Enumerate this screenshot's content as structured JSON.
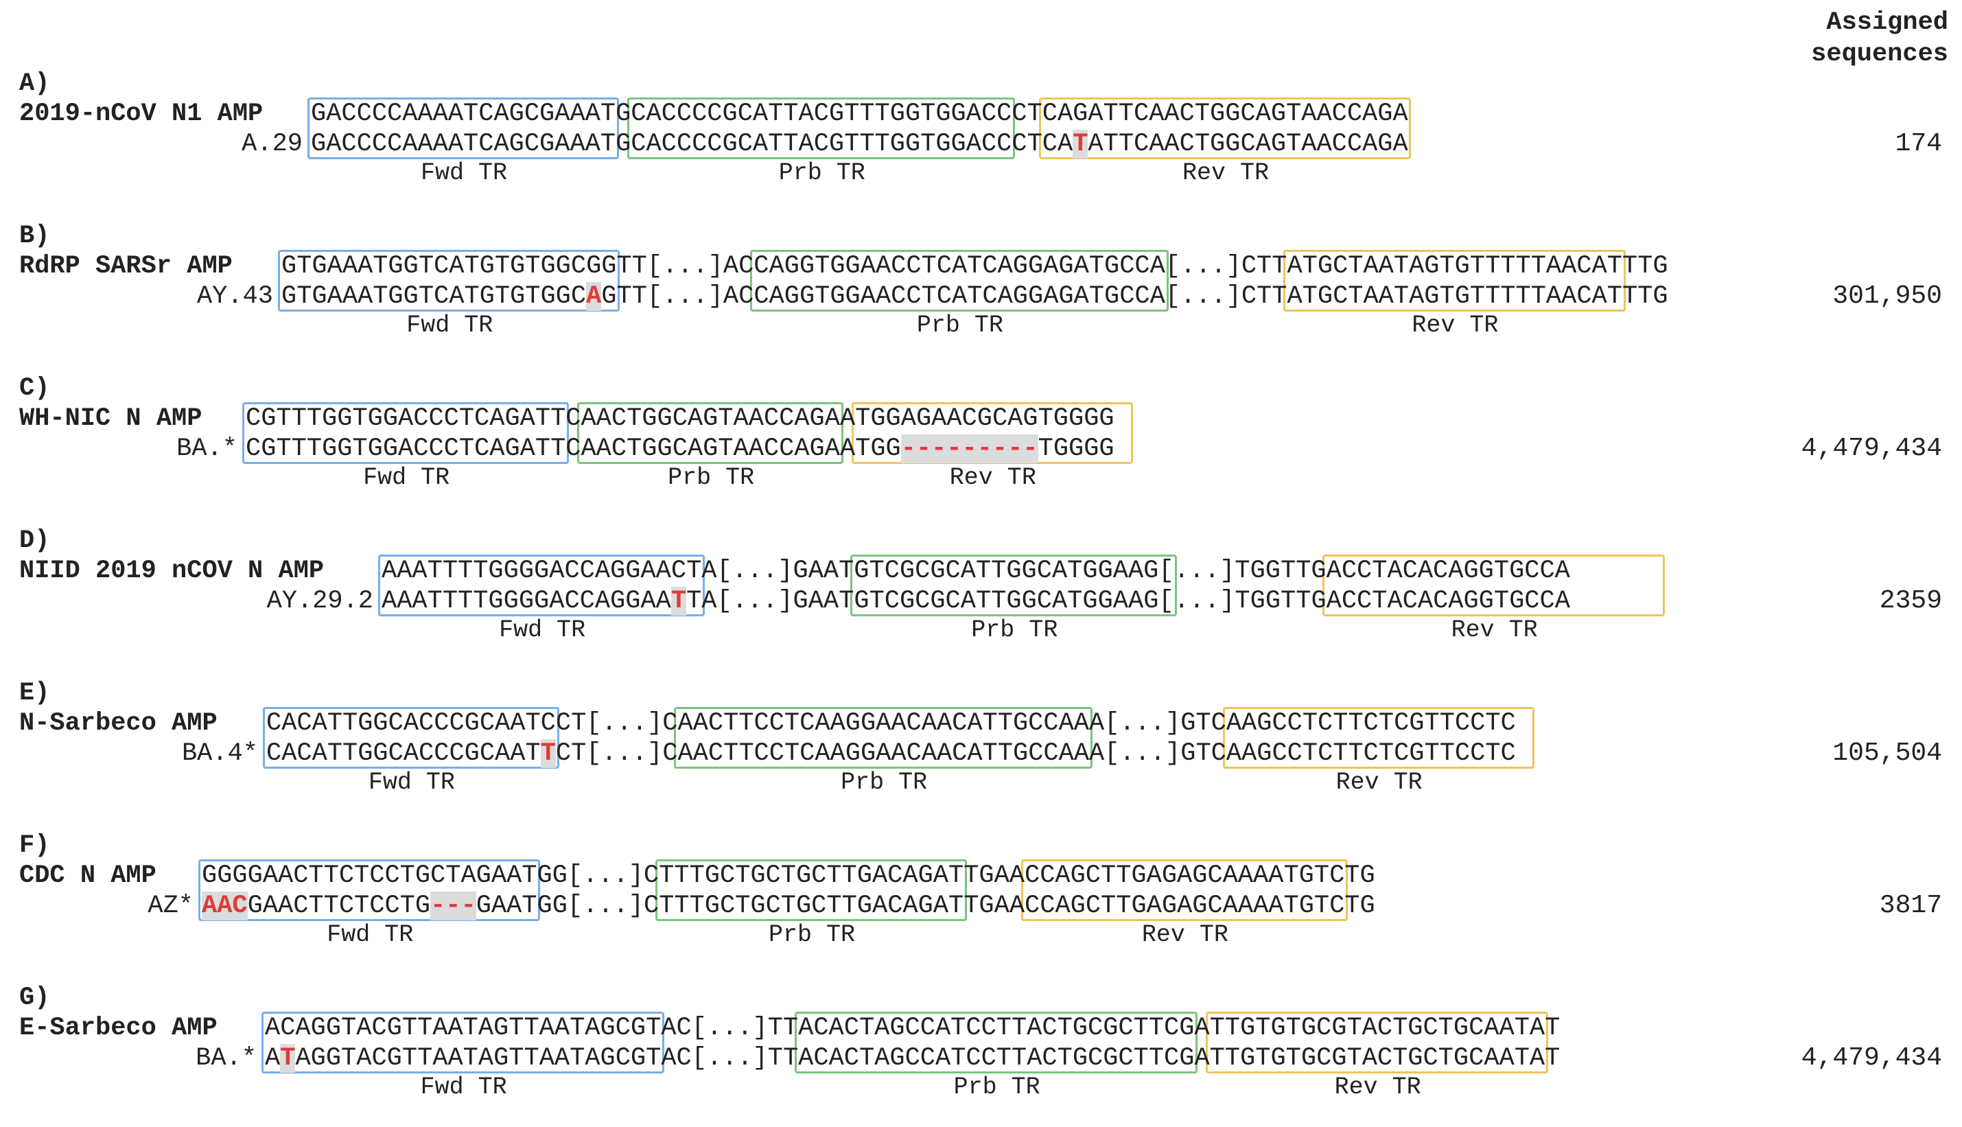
{
  "header": {
    "line1": "Assigned",
    "line2": "sequences"
  },
  "panels": [
    {
      "label": "A)",
      "assay": "2019-nCoV N1 AMP",
      "variant": "A.29",
      "count": "174",
      "ref": "GACCCCAAAATCAGCGAAATGCACCCCGCATTACGTTTGGTGGACCCTCAGATTCAACTGGCAGTAACCAGA",
      "var": [
        {
          "t": "GACCCCAAAATCAGCGAAATGCACCCCGCATTACGTTTGGTGGACCCTCA"
        },
        {
          "t": "T",
          "k": "mut"
        },
        {
          "t": "ATTCAACTGGCAGTAACCAGA"
        }
      ],
      "boxes": [
        {
          "type": "fwd",
          "start": 0,
          "end": 20
        },
        {
          "type": "prb",
          "start": 21,
          "end": 46
        },
        {
          "type": "rev",
          "start": 48,
          "end": 72
        }
      ],
      "tr_labels": [
        {
          "text": "Fwd TR",
          "pos": 10
        },
        {
          "text": "Prb TR",
          "pos": 33.5
        },
        {
          "text": "Rev TR",
          "pos": 60
        }
      ]
    },
    {
      "label": "B)",
      "assay": "RdRP SARSr AMP",
      "variant": "AY.43",
      "count": "301,950",
      "ref": "GTGAAATGGTCATGTGTGGCGGTT[...]ACCAGGTGGAACCTCATCAGGAGATGCCA[...]CTTATGCTAATAGTGTTTTTAACATTTG",
      "var": [
        {
          "t": "GTGAAATGGTCATGTGTGGC"
        },
        {
          "t": "A",
          "k": "mut"
        },
        {
          "t": "GTT[...]ACCAGGTGGAACCTCATCAGGAGATGCCA[...]CTTATGCTAATAGTGTTTTTAACATTTG"
        }
      ],
      "boxes": [
        {
          "type": "fwd",
          "start": 0,
          "end": 22
        },
        {
          "type": "prb",
          "start": 31,
          "end": 58
        },
        {
          "type": "rev",
          "start": 66,
          "end": 88
        }
      ],
      "tr_labels": [
        {
          "text": "Fwd TR",
          "pos": 11
        },
        {
          "text": "Prb TR",
          "pos": 44.5
        },
        {
          "text": "Rev TR",
          "pos": 77
        }
      ]
    },
    {
      "label": "C)",
      "assay": "WH-NIC N AMP",
      "variant": "BA.*",
      "count": "4,479,434",
      "ref": "CGTTTGGTGGACCCTCAGATTCAACTGGCAGTAACCAGAATGGAGAACGCAGTGGGG",
      "var": [
        {
          "t": "CGTTTGGTGGACCCTCAGATTCAACTGGCAGTAACCAGAATGG"
        },
        {
          "t": "---------",
          "k": "del"
        },
        {
          "t": "TGGGG"
        }
      ],
      "boxes": [
        {
          "type": "fwd",
          "start": 0,
          "end": 21
        },
        {
          "type": "prb",
          "start": 22,
          "end": 39
        },
        {
          "type": "rev",
          "start": 40,
          "end": 58
        }
      ],
      "tr_labels": [
        {
          "text": "Fwd TR",
          "pos": 10.5
        },
        {
          "text": "Prb TR",
          "pos": 30.5
        },
        {
          "text": "Rev TR",
          "pos": 49
        }
      ]
    },
    {
      "label": "D)",
      "assay": "NIID 2019 nCOV N AMP",
      "variant": "AY.29.2",
      "count": "2359",
      "ref": "AAATTTTGGGGACCAGGAACTA[...]GAATGTCGCGCATTGGCATGGAAG[...]TGGTTGACCTACACAGGTGCCA",
      "var": [
        {
          "t": "AAATTTTGGGGACCAGGAA"
        },
        {
          "t": "T",
          "k": "mut"
        },
        {
          "t": "TA[...]GAATGTCGCGCATTGGCATGGAAG[...]TGGTTGACCTACACAGGTGCCA"
        }
      ],
      "boxes": [
        {
          "type": "fwd",
          "start": 0,
          "end": 21
        },
        {
          "type": "prb",
          "start": 31,
          "end": 52
        },
        {
          "type": "rev",
          "start": 62,
          "end": 84
        }
      ],
      "tr_labels": [
        {
          "text": "Fwd TR",
          "pos": 10.5
        },
        {
          "text": "Prb TR",
          "pos": 41.5
        },
        {
          "text": "Rev TR",
          "pos": 73
        }
      ]
    },
    {
      "label": "E)",
      "assay": "N-Sarbeco AMP",
      "variant": "BA.4*",
      "count": "105,504",
      "ref": "CACATTGGCACCCGCAATCCT[...]CAACTTCCTCAAGGAACAACATTGCCAAA[...]GTCAAGCCTCTTCTCGTTCCTC",
      "var": [
        {
          "t": "CACATTGGCACCCGCAAT"
        },
        {
          "t": "T",
          "k": "mut"
        },
        {
          "t": "CT[...]CAACTTCCTCAAGGAACAACATTGCCAAA[...]GTCAAGCCTCTTCTCGTTCCTC"
        }
      ],
      "boxes": [
        {
          "type": "fwd",
          "start": 0,
          "end": 19
        },
        {
          "type": "prb",
          "start": 27,
          "end": 54
        },
        {
          "type": "rev",
          "start": 63,
          "end": 83
        }
      ],
      "tr_labels": [
        {
          "text": "Fwd TR",
          "pos": 9.5
        },
        {
          "text": "Prb TR",
          "pos": 40.5
        },
        {
          "text": "Rev TR",
          "pos": 73
        }
      ]
    },
    {
      "label": "F)",
      "assay": "CDC N AMP",
      "variant": "AZ*",
      "count": "3817",
      "ref": "GGGGAACTTCTCCTGCTAGAATGG[...]CTTTGCTGCTGCTTGACAGATTGAACCAGCTTGAGAGCAAAATGTCTG",
      "var": [
        {
          "t": "AAC",
          "k": "mut"
        },
        {
          "t": "GAACTTCTCCTG"
        },
        {
          "t": "---",
          "k": "del"
        },
        {
          "t": "GAATGG[...]CTTTGCTGCTGCTTGACAGATTGAACCAGCTTGAGAGCAAAATGTCTG"
        }
      ],
      "boxes": [
        {
          "type": "fwd",
          "start": 0,
          "end": 22
        },
        {
          "type": "prb",
          "start": 30,
          "end": 50
        },
        {
          "type": "rev",
          "start": 54,
          "end": 75
        }
      ],
      "tr_labels": [
        {
          "text": "Fwd TR",
          "pos": 11
        },
        {
          "text": "Prb TR",
          "pos": 40
        },
        {
          "text": "Rev TR",
          "pos": 64.5
        }
      ]
    },
    {
      "label": "G)",
      "assay": "E-Sarbeco AMP",
      "variant": "BA.*",
      "count": "4,479,434",
      "ref": "ACAGGTACGTTAATAGTTAATAGCGTAC[...]TTACACTAGCCATCCTTACTGCGCTTCGATTGTGTGCGTACTGCTGCAATAT",
      "var": [
        {
          "t": "A"
        },
        {
          "t": "T",
          "k": "mut"
        },
        {
          "t": "AGGTACGTTAATAGTTAATAGCGTAC[...]TTACACTAGCCATCCTTACTGCGCTTCGATTGTGTGCGTACTGCTGCAATAT"
        }
      ],
      "boxes": [
        {
          "type": "fwd",
          "start": 0,
          "end": 26
        },
        {
          "type": "prb",
          "start": 35,
          "end": 61
        },
        {
          "type": "rev",
          "start": 62,
          "end": 84
        }
      ],
      "tr_labels": [
        {
          "text": "Fwd TR",
          "pos": 13
        },
        {
          "text": "Prb TR",
          "pos": 48
        },
        {
          "text": "Rev TR",
          "pos": 73
        }
      ]
    }
  ]
}
